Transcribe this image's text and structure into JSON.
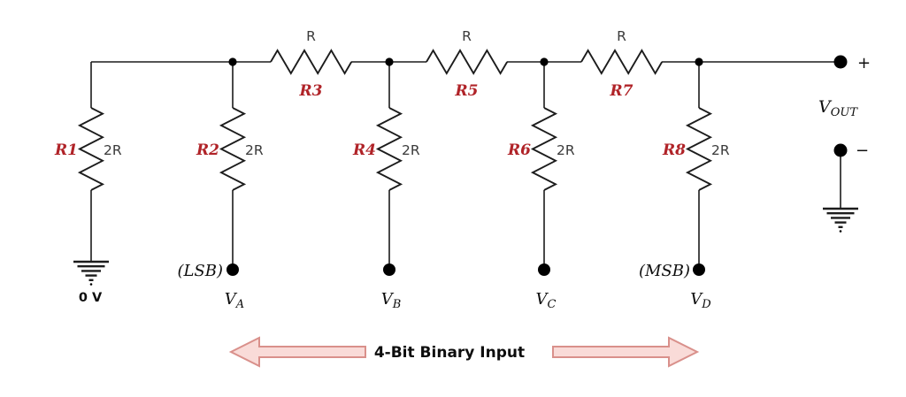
{
  "circuit": {
    "colors": {
      "wire": "#1c1c1c",
      "designator_red": "#b02328",
      "value_gray": "#3a3a3a",
      "text_black": "#0d0d0d",
      "arrow_fill": "#f9dbd8",
      "arrow_stroke": "#d9908b"
    },
    "series_resistors": [
      {
        "designator": "R3",
        "value": "R"
      },
      {
        "designator": "R5",
        "value": "R"
      },
      {
        "designator": "R7",
        "value": "R"
      }
    ],
    "shunt_resistors": [
      {
        "designator": "R1",
        "value": "2R"
      },
      {
        "designator": "R2",
        "value": "2R"
      },
      {
        "designator": "R4",
        "value": "2R"
      },
      {
        "designator": "R6",
        "value": "2R"
      },
      {
        "designator": "R8",
        "value": "2R"
      }
    ],
    "reference_label": "0 V",
    "inputs": [
      {
        "symbol": "V",
        "subscript": "A",
        "tag": "(LSB)"
      },
      {
        "symbol": "V",
        "subscript": "B"
      },
      {
        "symbol": "V",
        "subscript": "C"
      },
      {
        "symbol": "V",
        "subscript": "D",
        "tag": "(MSB)"
      }
    ],
    "output": {
      "symbol": "V",
      "subscript": "OUT",
      "plus_label": "+",
      "minus_label": "−"
    },
    "caption": "4-Bit Binary Input"
  }
}
